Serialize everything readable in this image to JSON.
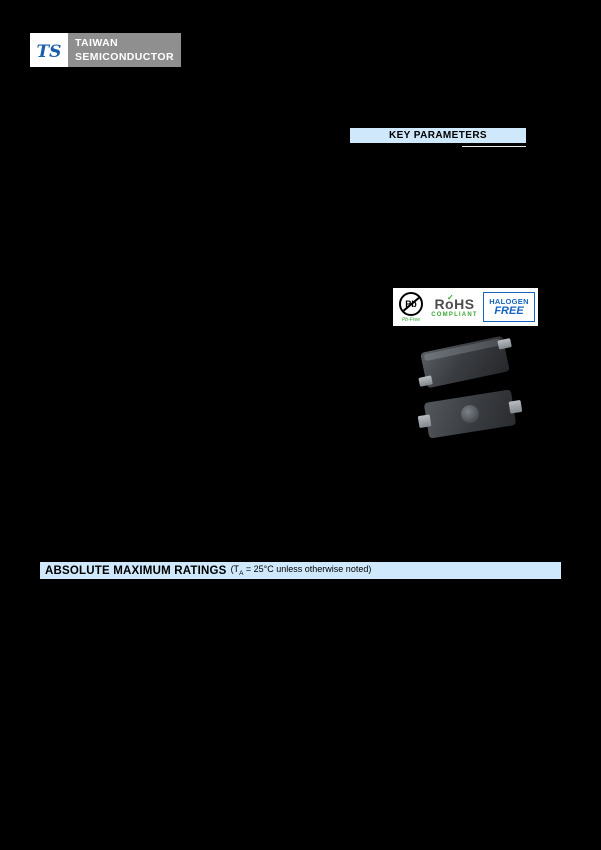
{
  "brand": {
    "monogram": "TS",
    "name_line1": "TAIWAN",
    "name_line2": "SEMICONDUCTOR"
  },
  "key_parameters": {
    "title": "KEY PARAMETERS"
  },
  "compliance": {
    "pb_symbol": "Pb",
    "pb_free_label": "Pb-Free",
    "rohs_label": "RoHS",
    "rohs_check": "✓",
    "compliant_label": "COMPLIANT",
    "halogen_label": "HALOGEN",
    "free_label": "FREE"
  },
  "absolute_maximum_ratings": {
    "title": "ABSOLUTE MAXIMUM RATINGS",
    "condition_prefix": "(T",
    "condition_subscript": "A",
    "condition_suffix": " = 25°C unless otherwise noted)"
  },
  "colors": {
    "page_background": "#000000",
    "section_header_bg": "#cfe8fb",
    "brand_blue": "#1b5ea9",
    "logo_gray": "#8f8f8f",
    "rohs_green": "#3aaa35",
    "halogen_blue": "#1565c0"
  }
}
